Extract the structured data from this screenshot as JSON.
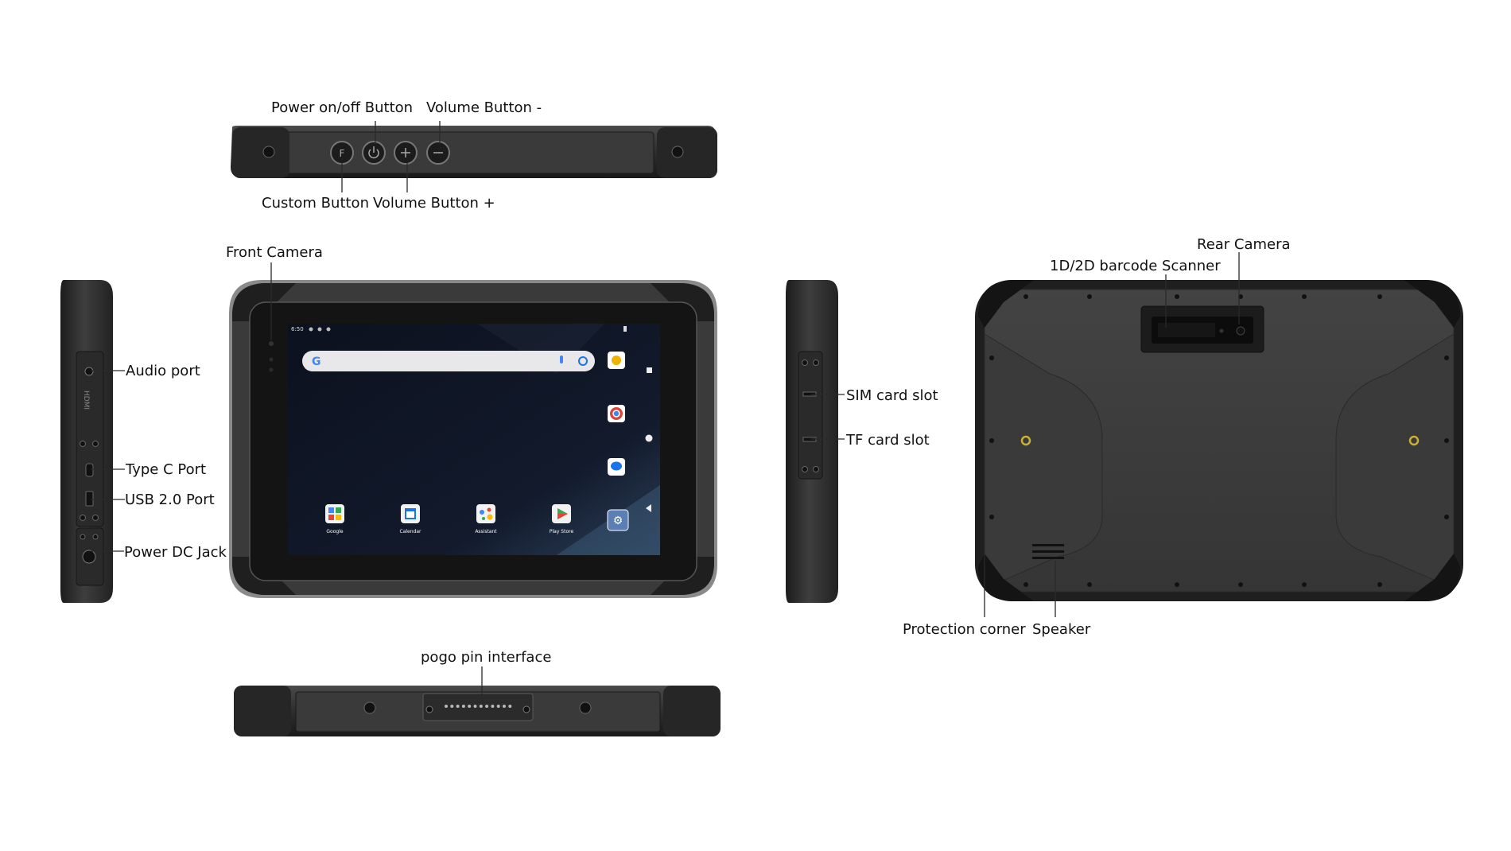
{
  "labels": {
    "power_button": "Power on/off Button",
    "volume_minus": "Volume Button -",
    "custom_button": "Custom Button",
    "volume_plus": "Volume Button +",
    "front_camera": "Front Camera",
    "audio_port": "Audio port",
    "type_c_port": "Type C Port",
    "usb_port": "USB 2.0 Port",
    "power_dc_jack": "Power DC Jack",
    "sim_slot": "SIM card slot",
    "tf_slot": "TF card slot",
    "rear_camera": "Rear Camera",
    "barcode_scanner": "1D/2D barcode Scanner",
    "protection_corner": "Protection corner",
    "speaker": "Speaker",
    "pogo_pin": "pogo pin interface"
  },
  "side_port_label": "HDMI",
  "screen": {
    "time": "6:50",
    "apps": [
      "Google",
      "Calendar",
      "Assistant",
      "Play Store"
    ],
    "search_logo": "G"
  },
  "colors": {
    "body": "#3c3c3c",
    "body_dark": "#1e1e1e",
    "screen": "#0e1422",
    "accent_ring": "#c9b233"
  },
  "icons": [
    "power-icon",
    "volume-plus-icon",
    "volume-minus-icon",
    "custom-f-icon",
    "mic-icon",
    "lens-icon"
  ]
}
